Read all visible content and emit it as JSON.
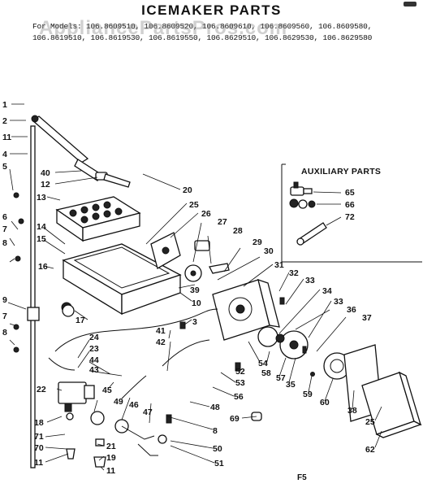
{
  "header": {
    "title": "ICEMAKER PARTS",
    "models_line1": "For Models: 106.8609510, 106.8609520, 106.8609610, 106.8609560, 106.8609580,",
    "models_line2": "106.8619510, 106.8619530, 106.8619550, 106.8629510, 106.8629530, 106.8629580",
    "watermark": "AppliancePartsPros.com"
  },
  "auxiliary": {
    "title": "AUXILIARY PARTS",
    "callouts": [
      "65",
      "66",
      "72"
    ]
  },
  "callouts_left": [
    "1",
    "2",
    "11",
    "4",
    "5",
    "6",
    "7",
    "8",
    "9",
    "7",
    "8",
    "18",
    "71",
    "70",
    "11"
  ],
  "callouts_main": [
    "40",
    "12",
    "20",
    "13",
    "25",
    "26",
    "27",
    "28",
    "14",
    "15",
    "16",
    "29",
    "30",
    "31",
    "32",
    "33",
    "34",
    "33",
    "36",
    "37",
    "39",
    "10",
    "17",
    "3",
    "41",
    "42",
    "24",
    "23",
    "44",
    "43",
    "22",
    "45",
    "49",
    "46",
    "47",
    "52",
    "53",
    "56",
    "48",
    "54",
    "58",
    "57",
    "35",
    "59",
    "60",
    "38",
    "25",
    "62",
    "69",
    "8",
    "50",
    "51",
    "21",
    "19",
    "11"
  ],
  "footer": {
    "code": "F5"
  }
}
